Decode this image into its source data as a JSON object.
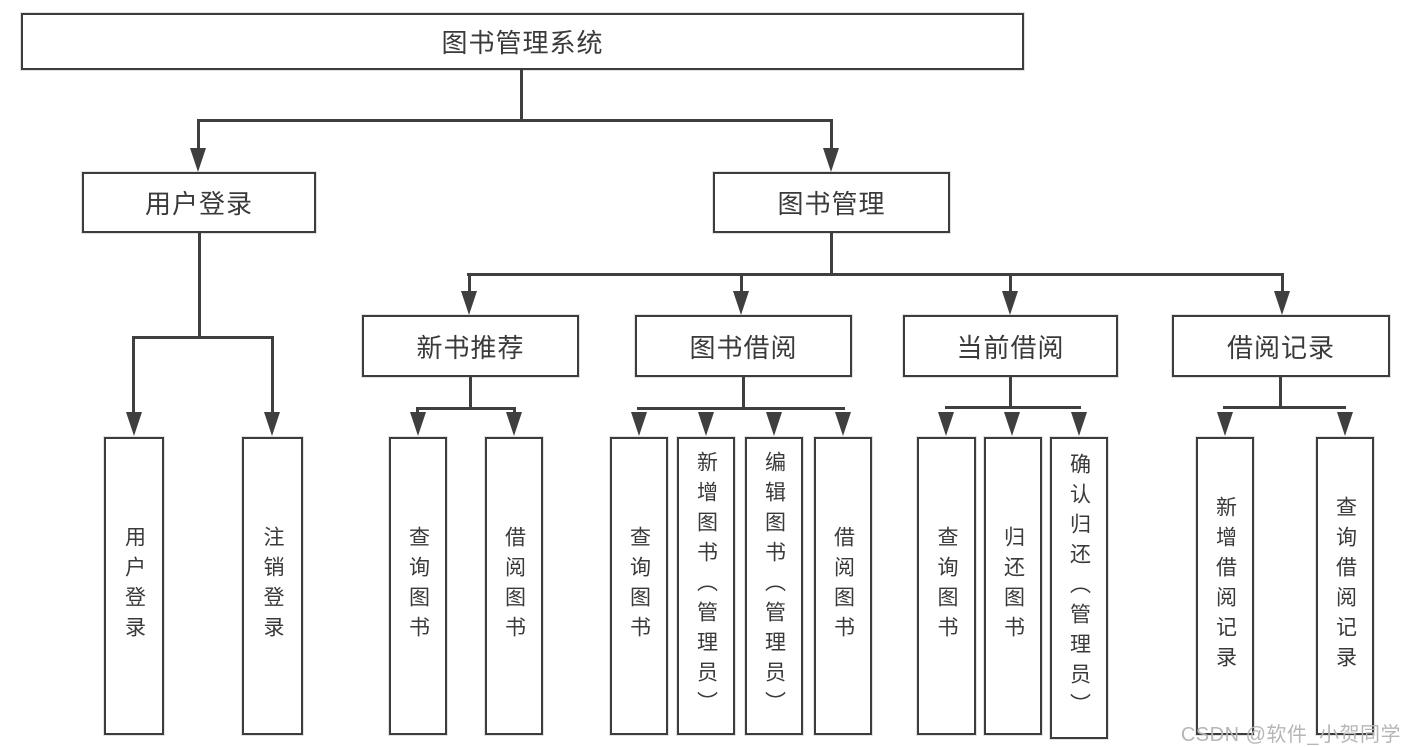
{
  "diagram": {
    "root": "图书管理系统",
    "level2": {
      "user_login": "用户登录",
      "book_mgmt": "图书管理"
    },
    "level3": {
      "new_book_rec": "新书推荐",
      "book_borrow": "图书借阅",
      "current_borrow": "当前借阅",
      "borrow_record": "借阅记录"
    },
    "leaves": {
      "user_login": "用户登录",
      "logout": "注销登录",
      "nb_query": "查询图书",
      "nb_borrow": "借阅图书",
      "bb_query": "查询图书",
      "bb_add": "新增图书（管理员）",
      "bb_edit": "编辑图书（管理员）",
      "bb_borrow": "借阅图书",
      "cb_query": "查询图书",
      "cb_return": "归还图书",
      "cb_confirm": "确认归还（管理员）",
      "br_add": "新增借阅记录",
      "br_query": "查询借阅记录"
    }
  },
  "watermark": "CSDN @软件_小贺同学",
  "colors": {
    "line": "#3f3f3f",
    "border": "#3c3c3c",
    "text": "#3a3a3a",
    "watermark": "#b6b6b6",
    "background": "#ffffff"
  }
}
